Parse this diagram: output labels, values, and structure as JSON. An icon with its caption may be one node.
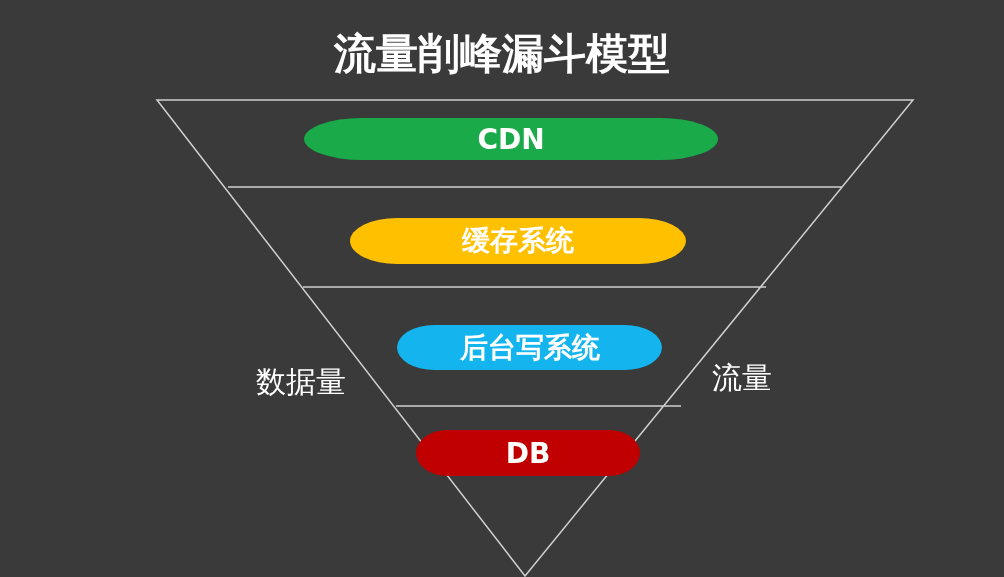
{
  "diagram": {
    "title": "流量削峰漏斗模型",
    "nodes": [
      {
        "text": [
          "CDN"
        ]
      },
      {
        "text": [
          "缓存系统"
        ]
      },
      {
        "text": [
          "后台写系统"
        ]
      },
      {
        "text": [
          "DB"
        ]
      }
    ],
    "labels": [
      "数据量",
      "流量"
    ]
  }
}
